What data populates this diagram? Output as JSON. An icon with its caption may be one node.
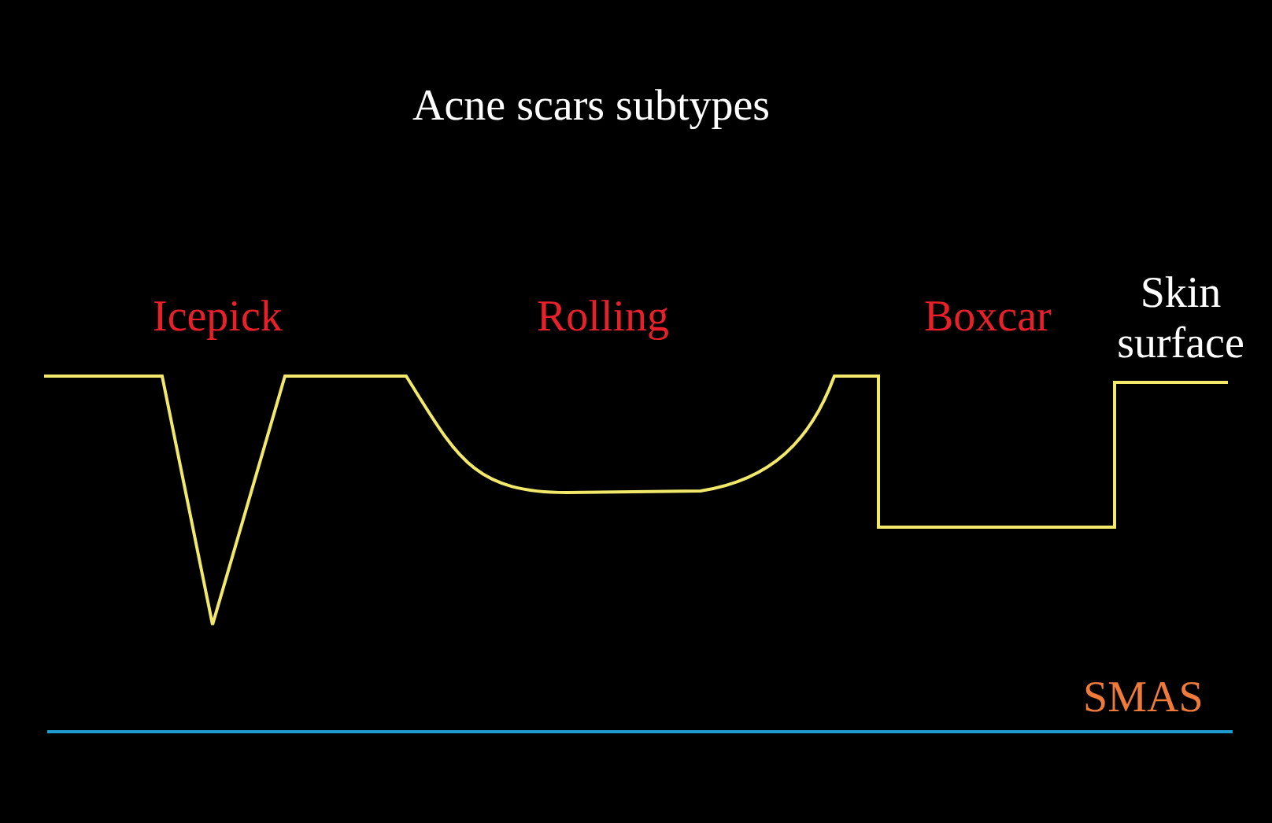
{
  "diagram": {
    "title": "Acne scars subtypes",
    "labels": [
      "Icepick",
      "Rolling",
      "Boxcar",
      "Skin surface",
      "SMAS"
    ]
  }
}
